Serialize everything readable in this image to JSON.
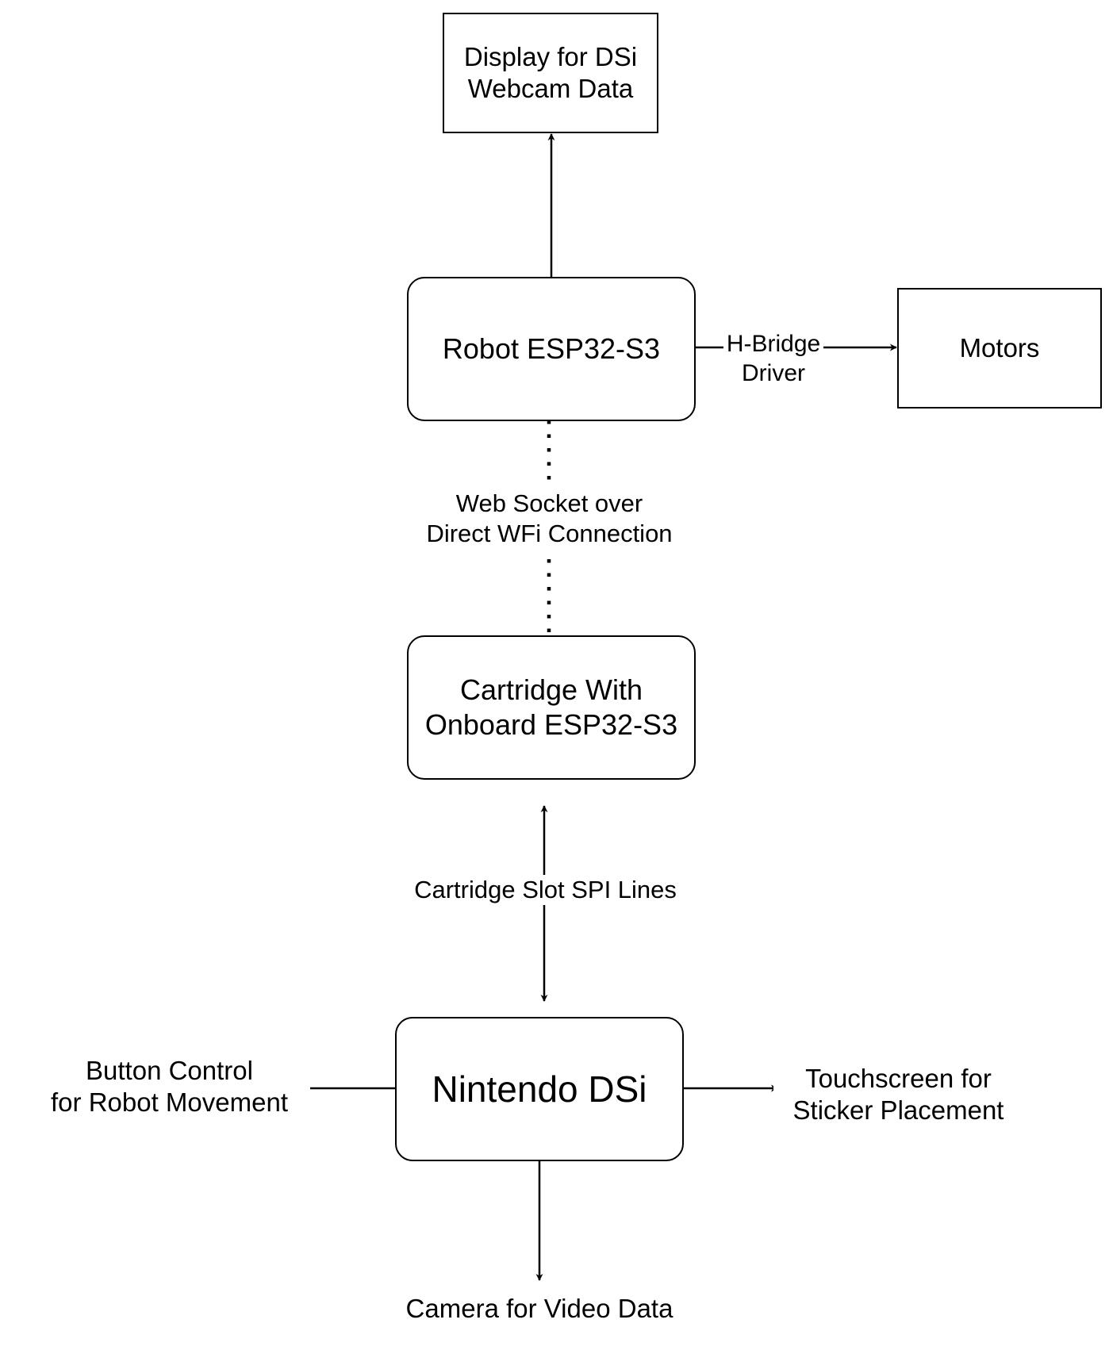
{
  "nodes": {
    "display": {
      "text": "Display for DSi\nWebcam Data"
    },
    "robot": {
      "text": "Robot ESP32-S3"
    },
    "motors": {
      "text": "Motors"
    },
    "cartridge": {
      "text": "Cartridge With\nOnboard ESP32-S3"
    },
    "dsi": {
      "text": "Nintendo DSi"
    }
  },
  "edge_labels": {
    "hbridge": "H-Bridge\nDriver",
    "websocket": "Web Socket over\nDirect WFi Connection",
    "spi": "Cartridge Slot SPI Lines"
  },
  "outputs": {
    "button": "Button Control\nfor Robot Movement",
    "touch": "Touchscreen for\nSticker Placement",
    "camera": "Camera for Video Data"
  }
}
